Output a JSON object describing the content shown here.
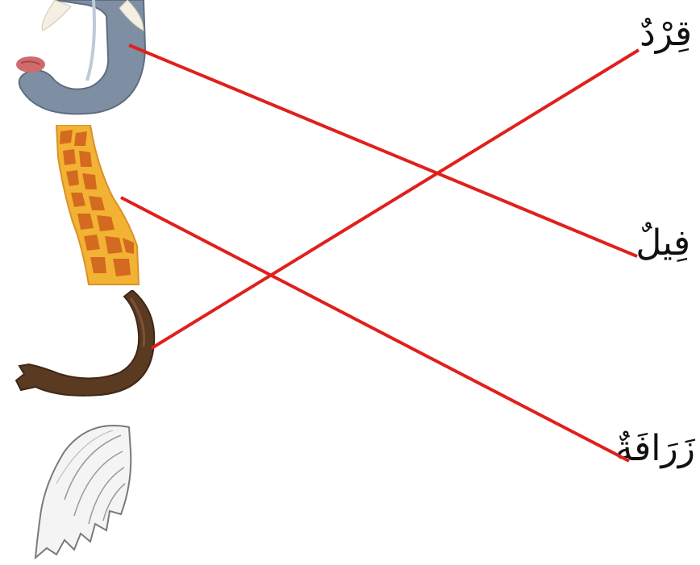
{
  "words": {
    "monkey": "قِرْدٌ",
    "elephant": "فِيلٌ",
    "giraffe": "زَرَافَةٌ"
  },
  "pictures": {
    "first": "elephant-trunk",
    "second": "giraffe-neck",
    "third": "monkey-tail",
    "fourth": "bird-wing"
  },
  "connections": [
    {
      "from": "elephant-trunk",
      "to": "فِيلٌ"
    },
    {
      "from": "giraffe-neck",
      "to": "زَرَافَةٌ"
    },
    {
      "from": "monkey-tail",
      "to": "قِرْدٌ"
    }
  ],
  "colors": {
    "line": "#e0201c",
    "elephant_skin": "#7f8fa3",
    "giraffe_fill": "#f2b233",
    "giraffe_spots": "#d46a1f",
    "tail": "#5b3a22",
    "wing": "#f4f4f4",
    "marks": "#e0201c"
  }
}
